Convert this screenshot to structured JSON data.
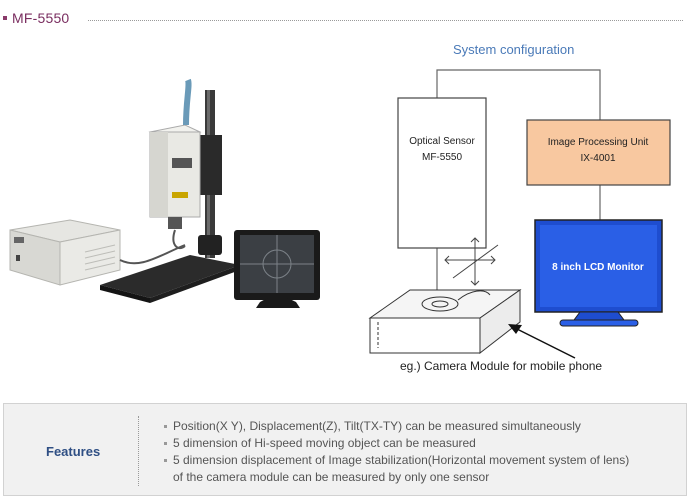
{
  "header": {
    "title": "MF-5550"
  },
  "system": {
    "title": "System configuration",
    "optical_sensor": [
      "Optical Sensor",
      "MF-5550"
    ],
    "processing_unit": [
      "Image Processing Unit",
      "IX-4001"
    ],
    "monitor": "8 inch LCD Monitor",
    "camera_note": "eg.) Camera Module for mobile phone"
  },
  "features": {
    "label": "Features",
    "items": [
      "Position(X Y), Displacement(Z), Tilt(TX-TY) can be measured simultaneously",
      "5 dimension of Hi-speed moving object can be measured",
      "5 dimension displacement of Image stabilization(Horizontal movement system of lens)"
    ],
    "item3_cont": "of the camera module can be measured by only one sensor"
  },
  "colors": {
    "title_purple": "#7a2e60",
    "system_blue": "#4a7ab8",
    "processing_fill": "#f8c8a0",
    "monitor_screen": "#1e4dcf",
    "features_text": "#2f4f84"
  }
}
